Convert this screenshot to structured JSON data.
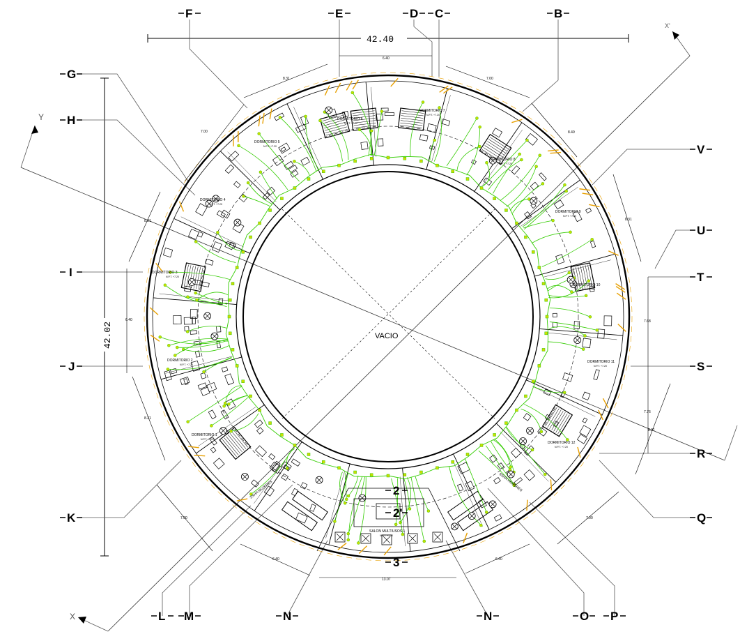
{
  "drawing": {
    "overall_width": "42.40",
    "overall_height": "42.02",
    "void_label": "VACIO",
    "top_span": "6.40",
    "bottom_span": "13.07",
    "local_axis_x": "X",
    "local_axis_y": "Y",
    "local_axis_x2": "X'"
  },
  "axes": {
    "top": [
      "F",
      "E",
      "D",
      "C",
      "B"
    ],
    "left": [
      "G",
      "H",
      "I",
      "J",
      "K"
    ],
    "right": [
      "V",
      "U",
      "T",
      "S",
      "R",
      "Q"
    ],
    "bottom": [
      "L",
      "M",
      "N",
      "N",
      "O",
      "P"
    ],
    "centre": [
      "2",
      "2'",
      "3"
    ]
  },
  "segment_dims": {
    "top_left": "8.31",
    "upper_left": "7.00",
    "mid_left": "8.31",
    "left_center": "6.40",
    "lower_left": "8.31",
    "bottom_left": "7.00",
    "bottom_left_inner": "6.40",
    "bottom_right_inner": "6.40",
    "bottom_right": "7.00",
    "lower_right": "8.31",
    "right_lower": "7.76",
    "right_center": "7.68",
    "mid_right": "8.31",
    "upper_right": "8.49",
    "top_right": "7.00"
  },
  "rooms": [
    {
      "name": "DORMITORIO 1",
      "level": "N.P.T. +7.20"
    },
    {
      "name": "DORMITORIO 2",
      "level": "N.P.T. +7.20"
    },
    {
      "name": "DORMITORIO 3",
      "level": "N.P.T. +7.20"
    },
    {
      "name": "DORMITORIO 4",
      "level": "N.P.T. +7.20"
    },
    {
      "name": "DORMITORIO 5",
      "level": "N.P.T. +7.20"
    },
    {
      "name": "DORMITORIO 6",
      "level": "N.P.T. +7.20"
    },
    {
      "name": "DORMITORIO 7",
      "level": "N.P.T. +7.20"
    },
    {
      "name": "DORMITORIO 8",
      "level": "N.P.T. +7.20"
    },
    {
      "name": "DORMITORIO 9",
      "level": "N.P.T. +7.20"
    },
    {
      "name": "DORMITORIO 10",
      "level": "N.P.T. +7.20"
    },
    {
      "name": "DORMITORIO 11",
      "level": "N.P.T. +7.20"
    },
    {
      "name": "DORMITORIO 12",
      "level": "N.P.T. +7.20"
    },
    {
      "name": "SALON MULTIUSOS 1",
      "level": "N.P.T. +7.20"
    },
    {
      "name": "SSHH HOMBRES",
      "level": ""
    },
    {
      "name": "SSHH MUJERES",
      "level": ""
    }
  ],
  "colors": {
    "circuit": "#33cc00",
    "outlet": "#ccdd00",
    "wall": "#000000",
    "accent": "#e8a000"
  }
}
